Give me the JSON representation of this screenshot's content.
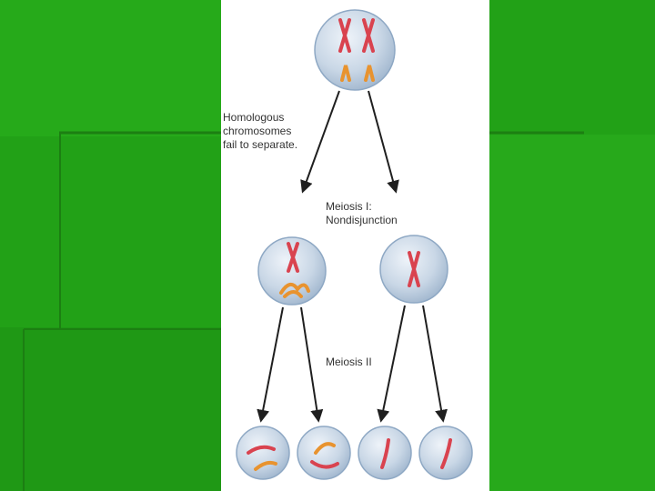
{
  "colors": {
    "slide_background": "#22a117",
    "slide_background_light": "#33c226",
    "slide_accent_line": "#1c7f12",
    "figure_background": "#ffffff",
    "cell_fill": "#c9d7e6",
    "cell_edge": "#8ea8c4",
    "chromosome_red": "#d9434f",
    "chromosome_orange": "#e8932f",
    "arrow": "#1f1f1f",
    "text": "#333333"
  },
  "diagram": {
    "labels": {
      "homologous_fail": [
        "Homologous",
        "chromosomes",
        "fail to separate."
      ],
      "meiosis_one": [
        "Meiosis I:",
        "Nondisjunction"
      ],
      "meiosis_two": "Meiosis II"
    },
    "nodes": [
      {
        "id": "parent-cell",
        "stage": "parent",
        "chromosomes": [
          "red-pair",
          "orange-pair"
        ]
      },
      {
        "id": "meiosis-one-cell-left",
        "stage": "meiosis I",
        "chromosomes": [
          "red-pair",
          "orange-pair"
        ]
      },
      {
        "id": "meiosis-one-cell-right",
        "stage": "meiosis I",
        "chromosomes": [
          "red-pair"
        ]
      },
      {
        "id": "gamete-1",
        "stage": "meiosis II",
        "chromosomes": [
          "red",
          "orange"
        ]
      },
      {
        "id": "gamete-2",
        "stage": "meiosis II",
        "chromosomes": [
          "red",
          "orange"
        ]
      },
      {
        "id": "gamete-3",
        "stage": "meiosis II",
        "chromosomes": [
          "red"
        ]
      },
      {
        "id": "gamete-4",
        "stage": "meiosis II",
        "chromosomes": [
          "red"
        ]
      }
    ],
    "edges": [
      {
        "from": "parent-cell",
        "to": "meiosis-one-cell-left"
      },
      {
        "from": "parent-cell",
        "to": "meiosis-one-cell-right"
      },
      {
        "from": "meiosis-one-cell-left",
        "to": "gamete-1"
      },
      {
        "from": "meiosis-one-cell-left",
        "to": "gamete-2"
      },
      {
        "from": "meiosis-one-cell-right",
        "to": "gamete-3"
      },
      {
        "from": "meiosis-one-cell-right",
        "to": "gamete-4"
      }
    ]
  }
}
